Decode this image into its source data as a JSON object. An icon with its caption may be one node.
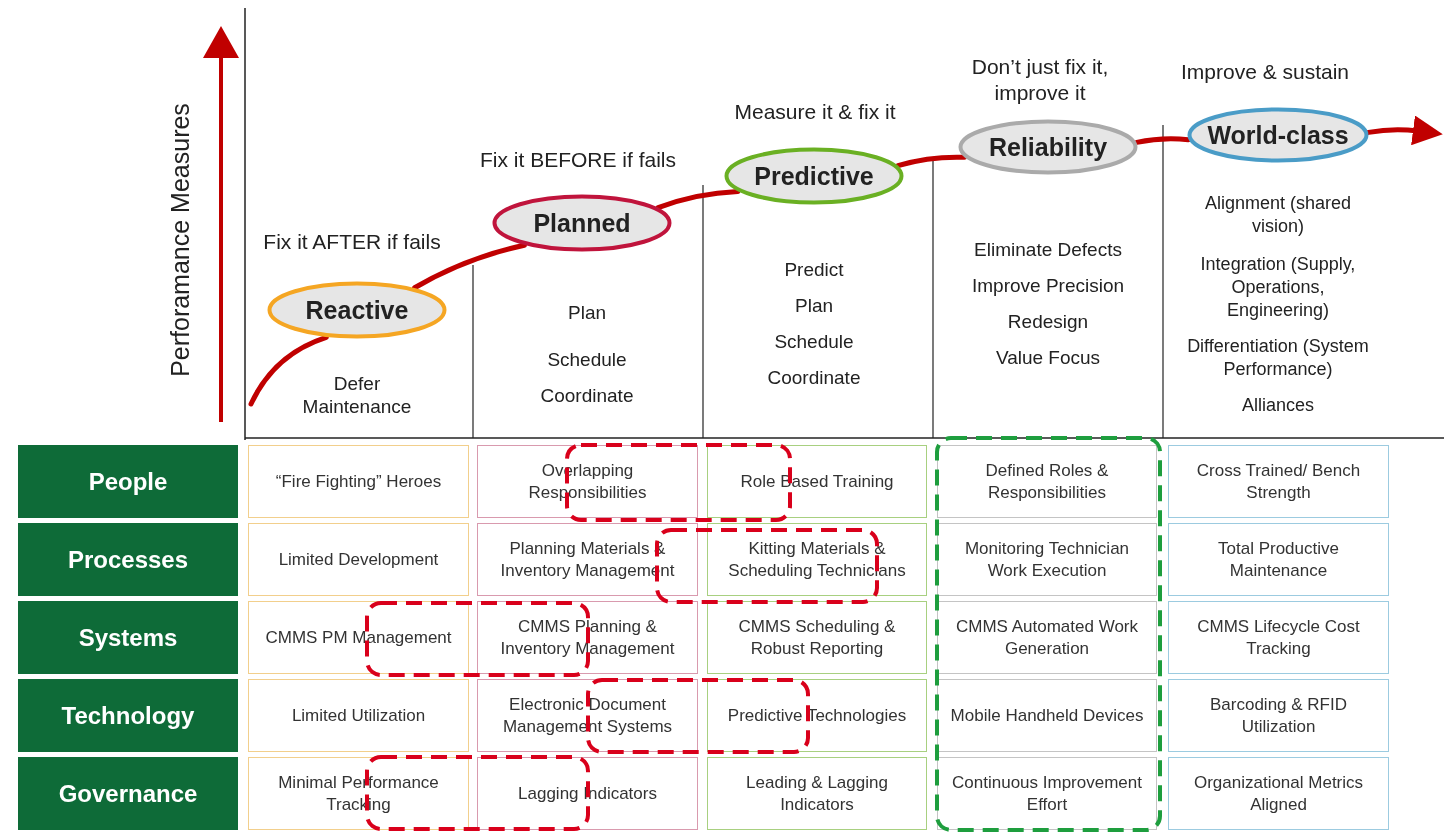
{
  "diagram": {
    "nodes": [
      {
        "text": [
          "Reactive"
        ],
        "beside": [
          "Fix it AFTER if fails"
        ]
      },
      {
        "text": [
          "Planned"
        ],
        "beside": [
          "Fix it BEFORE if fails"
        ]
      },
      {
        "text": [
          "Predictive"
        ],
        "beside": [
          "Measure it & fix it"
        ]
      },
      {
        "text": [
          "Reliability"
        ],
        "beside": [
          "Don’t just fix it, improve it"
        ]
      },
      {
        "text": [
          "World-class"
        ],
        "beside": [
          "Improve & sustain"
        ]
      },
      {
        "text": [
          "People"
        ]
      },
      {
        "text": [
          "“Fire Fighting” Heroes"
        ]
      },
      {
        "text": [
          "Overlapping Responsibilities"
        ]
      },
      {
        "text": [
          "Role Based Training"
        ]
      },
      {
        "text": [
          "Defined Roles & Responsibilities"
        ]
      },
      {
        "text": [
          "Cross Trained/ Bench Strength"
        ]
      },
      {
        "text": [
          "Processes"
        ]
      },
      {
        "text": [
          "Limited Development"
        ]
      },
      {
        "text": [
          "Planning Materials & Inventory Management"
        ]
      },
      {
        "text": [
          "Kitting Materials & Scheduling Technicians"
        ]
      },
      {
        "text": [
          "Monitoring Technician Work Execution"
        ]
      },
      {
        "text": [
          "Total Productive Maintenance"
        ]
      },
      {
        "text": [
          "Systems"
        ]
      },
      {
        "text": [
          "CMMS PM Management"
        ]
      },
      {
        "text": [
          "CMMS Planning & Inventory Management"
        ]
      },
      {
        "text": [
          "CMMS Scheduling & Robust Reporting"
        ]
      },
      {
        "text": [
          "CMMS Automated Work Generation"
        ]
      },
      {
        "text": [
          "CMMS Lifecycle Cost Tracking"
        ]
      },
      {
        "text": [
          "Technology"
        ]
      },
      {
        "text": [
          "Limited Utilization"
        ]
      },
      {
        "text": [
          "Electronic Document Management Systems"
        ]
      },
      {
        "text": [
          "Predictive Technologies"
        ]
      },
      {
        "text": [
          "Mobile Handheld Devices"
        ]
      },
      {
        "text": [
          "Barcoding & RFID Utilization"
        ]
      },
      {
        "text": [
          "Governance"
        ]
      },
      {
        "text": [
          "Minimal Performance Tracking"
        ]
      },
      {
        "text": [
          "Lagging Indicators"
        ]
      },
      {
        "text": [
          "Leading & Lagging Indicators"
        ]
      },
      {
        "text": [
          "Continuous Improvement Effort"
        ]
      },
      {
        "text": [
          "Organizational Metrics Aligned"
        ]
      }
    ],
    "edges": [
      {
        "from": null,
        "to": 0,
        "arrow": "none"
      },
      {
        "from": 0,
        "to": 1,
        "arrow": "none"
      },
      {
        "from": 1,
        "to": 2,
        "arrow": "none"
      },
      {
        "from": 2,
        "to": 3,
        "arrow": "none"
      },
      {
        "from": 3,
        "to": 4,
        "arrow": "none"
      },
      {
        "from": 4,
        "to": null,
        "arrow": "to"
      }
    ],
    "labels": [
      "Perforamance Measures",
      "Defer Maintenance",
      "Plan",
      "Schedule",
      "Coordinate",
      "Predict",
      "Plan",
      "Schedule",
      "Coordinate",
      "Eliminate Defects",
      "Improve Precision",
      "Redesign",
      "Value Focus",
      "Alignment (shared vision)",
      "Integration (Supply, Operations, Engineering)",
      "Differentiation (System Performance)",
      "Alliances"
    ]
  }
}
